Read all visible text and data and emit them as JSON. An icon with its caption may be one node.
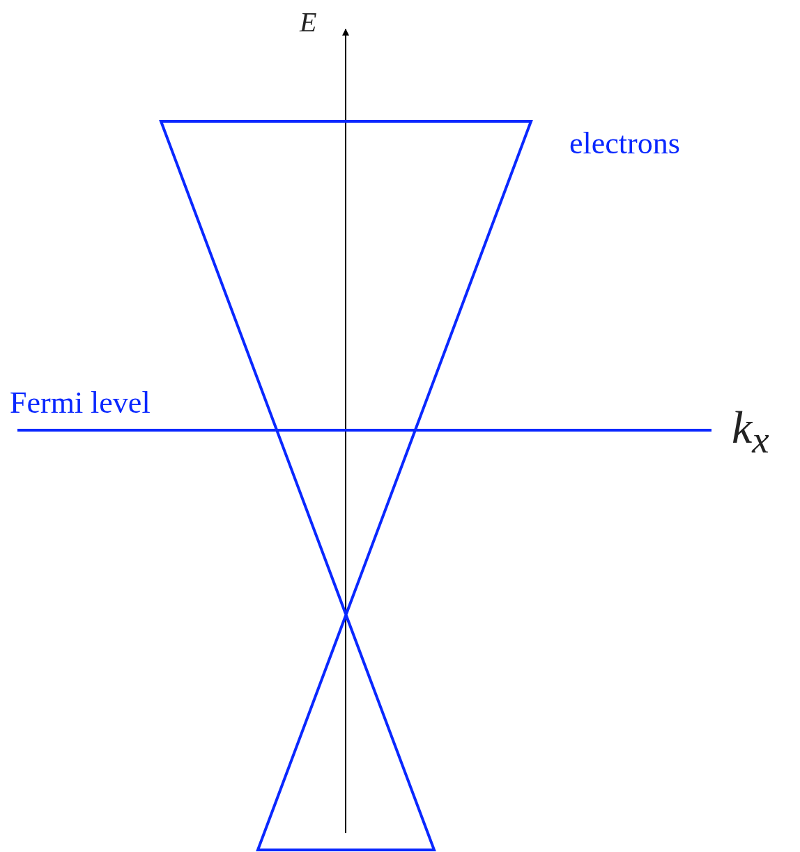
{
  "diagram": {
    "labels": [
      "E",
      "electrons",
      "Fermi level",
      "k$_{x}$"
    ]
  }
}
